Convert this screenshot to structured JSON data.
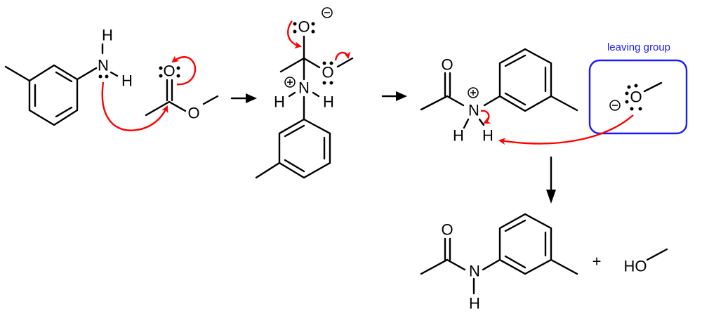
{
  "atoms": {
    "H": "H",
    "N": "N",
    "O": "O",
    "HO": "HO"
  },
  "plus_sign": "+",
  "leaving_group_label": "leaving group",
  "colors": {
    "electron_arrow": "#ff0000",
    "highlight_box": "#1a1aff",
    "bond": "#000000"
  }
}
